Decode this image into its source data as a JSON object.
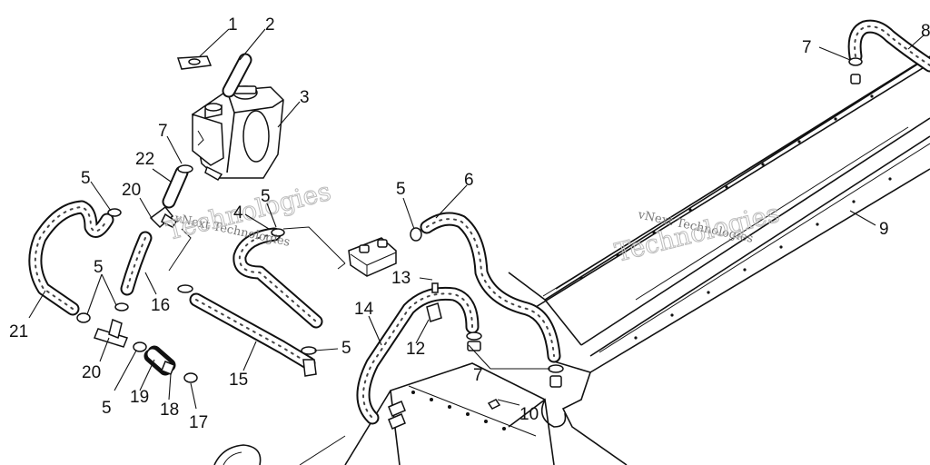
{
  "watermark": {
    "text_1": "vNext Technologies",
    "text_2": "Technologies"
  },
  "callouts": [
    {
      "id": "c1",
      "label": "1"
    },
    {
      "id": "c2",
      "label": "2"
    },
    {
      "id": "c3",
      "label": "3"
    },
    {
      "id": "c4",
      "label": "4"
    },
    {
      "id": "c5a",
      "label": "5"
    },
    {
      "id": "c5b",
      "label": "5"
    },
    {
      "id": "c5c",
      "label": "5"
    },
    {
      "id": "c5d",
      "label": "5"
    },
    {
      "id": "c5e",
      "label": "5"
    },
    {
      "id": "c5f",
      "label": "5"
    },
    {
      "id": "c6",
      "label": "6"
    },
    {
      "id": "c7a",
      "label": "7"
    },
    {
      "id": "c7b",
      "label": "7"
    },
    {
      "id": "c7c",
      "label": "7"
    },
    {
      "id": "c8",
      "label": "8"
    },
    {
      "id": "c9",
      "label": "9"
    },
    {
      "id": "c10",
      "label": "10"
    },
    {
      "id": "c12",
      "label": "12"
    },
    {
      "id": "c13",
      "label": "13"
    },
    {
      "id": "c14",
      "label": "14"
    },
    {
      "id": "c15",
      "label": "15"
    },
    {
      "id": "c16",
      "label": "16"
    },
    {
      "id": "c17",
      "label": "17"
    },
    {
      "id": "c18",
      "label": "18"
    },
    {
      "id": "c19",
      "label": "19"
    },
    {
      "id": "c20a",
      "label": "20"
    },
    {
      "id": "c20b",
      "label": "20"
    },
    {
      "id": "c21",
      "label": "21"
    },
    {
      "id": "c22",
      "label": "22"
    }
  ]
}
